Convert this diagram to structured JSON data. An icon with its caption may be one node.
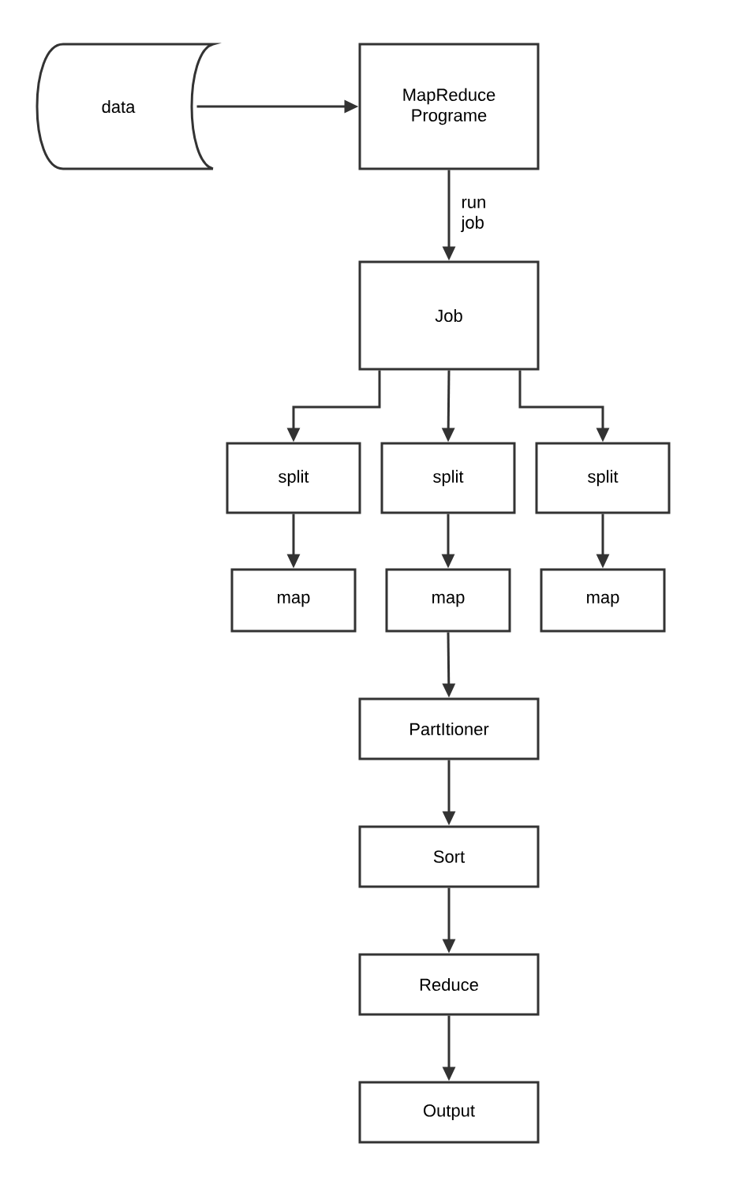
{
  "diagram": {
    "nodes": [
      {
        "text": [
          "data"
        ]
      },
      {
        "text": [
          "MapReduce Programe"
        ]
      },
      {
        "text": [
          "Job"
        ]
      },
      {
        "text": [
          "split"
        ]
      },
      {
        "text": [
          "split"
        ]
      },
      {
        "text": [
          "split"
        ]
      },
      {
        "text": [
          "map"
        ]
      },
      {
        "text": [
          "map"
        ]
      },
      {
        "text": [
          "map"
        ]
      },
      {
        "text": [
          "PartItioner"
        ]
      },
      {
        "text": [
          "Sort"
        ]
      },
      {
        "text": [
          "Reduce"
        ]
      },
      {
        "text": [
          "Output"
        ]
      }
    ],
    "edges": [
      {
        "from": 0,
        "to": 1,
        "arrow": "to"
      },
      {
        "from": 1,
        "to": 2,
        "arrow": "to",
        "label": "run job"
      },
      {
        "from": 2,
        "to": 3,
        "arrow": "to"
      },
      {
        "from": 2,
        "to": 4,
        "arrow": "to"
      },
      {
        "from": 2,
        "to": 5,
        "arrow": "to"
      },
      {
        "from": 3,
        "to": 6,
        "arrow": "to"
      },
      {
        "from": 4,
        "to": 7,
        "arrow": "to"
      },
      {
        "from": 5,
        "to": 8,
        "arrow": "to"
      },
      {
        "from": 7,
        "to": 9,
        "arrow": "to"
      },
      {
        "from": 9,
        "to": 10,
        "arrow": "to"
      },
      {
        "from": 10,
        "to": 11,
        "arrow": "to"
      },
      {
        "from": 11,
        "to": 12,
        "arrow": "to"
      }
    ]
  }
}
